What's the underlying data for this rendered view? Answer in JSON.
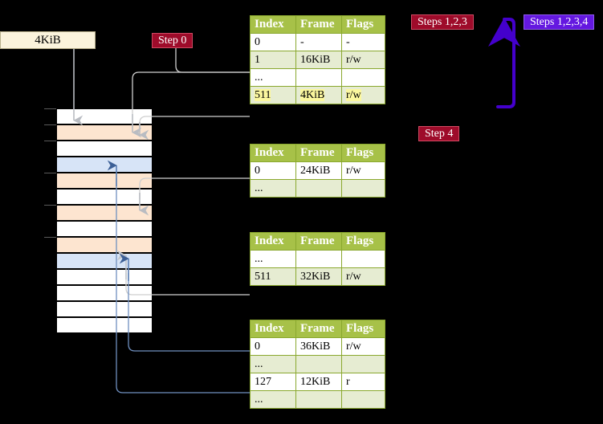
{
  "diagram": {
    "title_badges": {
      "step0": "Step 0",
      "steps123": "Steps 1,2,3",
      "steps1234": "Steps 1,2,3,4",
      "step4": "Step 4"
    },
    "page_size_box": {
      "label": "4KiB"
    },
    "colors": {
      "background": "#000000",
      "table_header": "#a7c148",
      "table_alt_row": "#e6ecd2",
      "highlight": "#fbf79e",
      "mem_orange": "#fde5d0",
      "mem_blue": "#d7e4f7",
      "page_box": "#fbf3dc",
      "badge_crimson": "#9e0b2a",
      "badge_violet": "#6418e0",
      "wire_gray": "#b0b0b0",
      "wire_blue": "#5b7fb4",
      "arrow_violet": "#4400cc"
    },
    "columns": [
      "Index",
      "Frame",
      "Flags"
    ],
    "tables": [
      {
        "name": "level-4-table",
        "rows": [
          {
            "index": "0",
            "frame": "-",
            "flags": "-",
            "style": "plain"
          },
          {
            "index": "1",
            "frame": "16KiB",
            "flags": "r/w",
            "style": "alt"
          },
          {
            "index": "...",
            "frame": "",
            "flags": "",
            "style": "plain"
          },
          {
            "index": "511",
            "frame": "4KiB",
            "flags": "r/w",
            "style": "hl"
          }
        ]
      },
      {
        "name": "level-3-table",
        "rows": [
          {
            "index": "0",
            "frame": "24KiB",
            "flags": "r/w",
            "style": "plain"
          },
          {
            "index": "...",
            "frame": "",
            "flags": "",
            "style": "alt"
          }
        ]
      },
      {
        "name": "level-2-table",
        "rows": [
          {
            "index": "...",
            "frame": "",
            "flags": "",
            "style": "plain"
          },
          {
            "index": "511",
            "frame": "32KiB",
            "flags": "r/w",
            "style": "alt"
          }
        ]
      },
      {
        "name": "level-1-table",
        "rows": [
          {
            "index": "0",
            "frame": "36KiB",
            "flags": "r/w",
            "style": "plain"
          },
          {
            "index": "...",
            "frame": "",
            "flags": "",
            "style": "alt"
          },
          {
            "index": "127",
            "frame": "12KiB",
            "flags": "r",
            "style": "plain"
          },
          {
            "index": "...",
            "frame": "",
            "flags": "",
            "style": "alt"
          }
        ]
      }
    ],
    "memory_column": {
      "name": "physical-memory-frames",
      "rows": [
        {
          "fill": "white"
        },
        {
          "fill": "orange"
        },
        {
          "fill": "white"
        },
        {
          "fill": "blue"
        },
        {
          "fill": "orange"
        },
        {
          "fill": "white"
        },
        {
          "fill": "orange"
        },
        {
          "fill": "white"
        },
        {
          "fill": "orange"
        },
        {
          "fill": "blue"
        },
        {
          "fill": "white"
        },
        {
          "fill": "white"
        },
        {
          "fill": "white"
        },
        {
          "fill": "white"
        }
      ],
      "tick_rows": [
        0,
        1,
        2,
        4,
        6,
        8
      ]
    }
  }
}
